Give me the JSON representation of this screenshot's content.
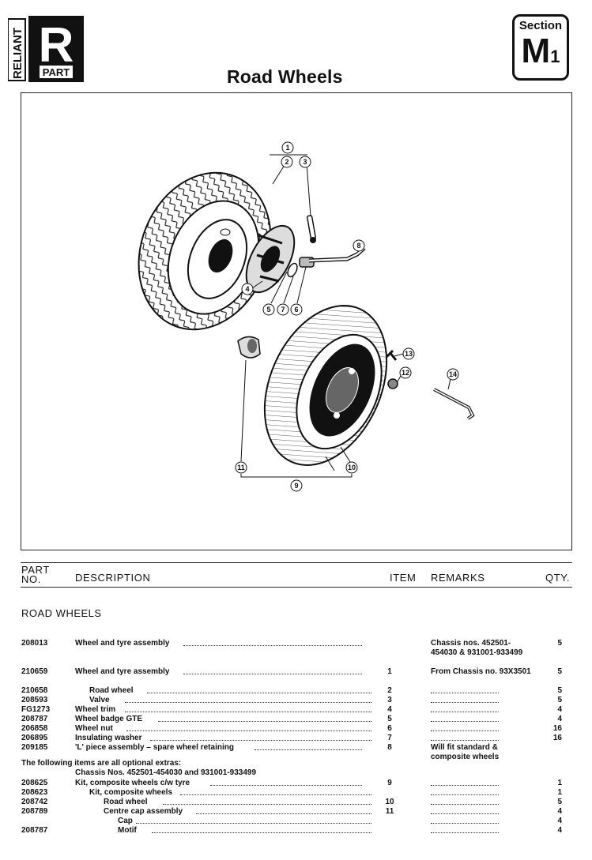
{
  "logo": {
    "brand": "RELIANT",
    "letter": "R",
    "part": "PART"
  },
  "page_title": "Road Wheels",
  "section": {
    "label": "Section",
    "code": "M",
    "number": "1"
  },
  "callouts": [
    "1",
    "2",
    "3",
    "4",
    "5",
    "6",
    "7",
    "8",
    "9",
    "10",
    "11",
    "12",
    "13",
    "14"
  ],
  "table_header": {
    "part_no": "PART NO.",
    "description": "DESCRIPTION",
    "item": "ITEM",
    "remarks": "REMARKS",
    "qty": "QTY."
  },
  "group_heading": "ROAD WHEELS",
  "parts": [
    {
      "part": "208013",
      "desc": "Wheel and tyre assembly",
      "item": "",
      "remarks": "Chassis nos. 452501-454030 & 931001-933499",
      "qty": "5"
    },
    {
      "part": "210659",
      "desc": "Wheel and tyre assembly",
      "item": "1",
      "remarks": "From Chassis no. 93X3501",
      "qty": "5"
    },
    {
      "part": "210658",
      "desc": "Road wheel",
      "item": "2",
      "remarks": "",
      "qty": "5"
    },
    {
      "part": "208593",
      "desc": "Valve",
      "item": "3",
      "remarks": "",
      "qty": "5"
    },
    {
      "part": "FG1273",
      "desc": "Wheel trim",
      "item": "4",
      "remarks": "",
      "qty": "4"
    },
    {
      "part": "208787",
      "desc": "Wheel badge GTE",
      "item": "5",
      "remarks": "",
      "qty": "4"
    },
    {
      "part": "206858",
      "desc": "Wheel nut",
      "item": "6",
      "remarks": "",
      "qty": "16"
    },
    {
      "part": "206895",
      "desc": "Insulating washer",
      "item": "7",
      "remarks": "",
      "qty": "16"
    },
    {
      "part": "209185",
      "desc": "'L' piece assembly – spare wheel retaining",
      "item": "8",
      "remarks": "Will fit standard & composite wheels",
      "qty": ""
    }
  ],
  "optional_note": "The following items are all optional extras:",
  "optional_chassis": "Chassis Nos. 452501-454030 and 931001-933499",
  "optional_parts": [
    {
      "part": "208625",
      "desc": "Kit, composite wheels c/w tyre",
      "item": "9",
      "remarks": "",
      "qty": "1"
    },
    {
      "part": "208623",
      "desc": "Kit, composite wheels",
      "item": "",
      "remarks": "",
      "qty": "1"
    },
    {
      "part": "208742",
      "desc": "Road wheel",
      "item": "10",
      "remarks": "",
      "qty": "5"
    },
    {
      "part": "208789",
      "desc": "Centre cap assembly",
      "item": "11",
      "remarks": "",
      "qty": "4"
    },
    {
      "part": "",
      "desc": "Cap",
      "item": "",
      "remarks": "",
      "qty": "4"
    },
    {
      "part": "208787",
      "desc": "Motif",
      "item": "",
      "remarks": "",
      "qty": "4"
    }
  ]
}
